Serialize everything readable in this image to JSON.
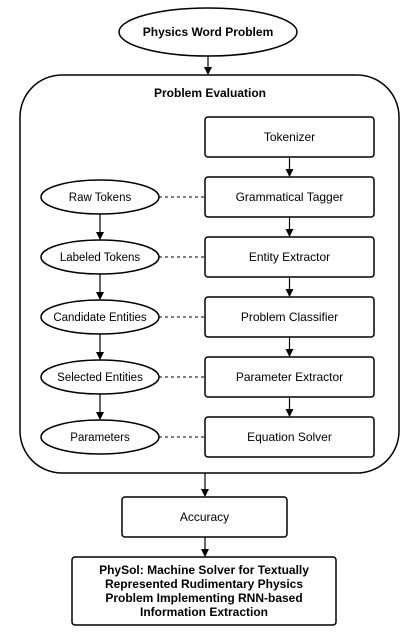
{
  "start": {
    "label": "Physics Word Problem"
  },
  "container": {
    "title": "Problem Evaluation"
  },
  "pipeline": [
    "Tokenizer",
    "Grammatical Tagger",
    "Entity Extractor",
    "Problem Classifier",
    "Parameter Extractor",
    "Equation Solver"
  ],
  "artifacts": [
    "Raw Tokens",
    "Labeled Tokens",
    "Candidate Entities",
    "Selected Entities",
    "Parameters"
  ],
  "accuracy": {
    "label": "Accuracy"
  },
  "final": {
    "lines": [
      "PhySol: Machine Solver for Textually",
      "Represented Rudimentary Physics",
      "Problem Implementing RNN-based",
      "Information Extraction"
    ]
  }
}
